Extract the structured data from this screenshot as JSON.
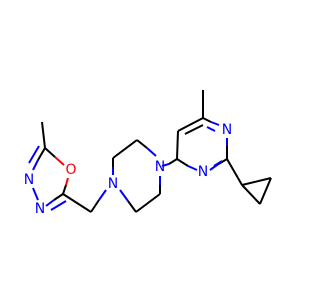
{
  "molecule": {
    "atoms": [
      {
        "id": "n_pyr1",
        "symbol": "N",
        "color": "#0000ff"
      },
      {
        "id": "n_pyr3",
        "symbol": "N",
        "color": "#0000ff"
      },
      {
        "id": "n_pip1",
        "symbol": "N",
        "color": "#0000ff"
      },
      {
        "id": "n_pip4",
        "symbol": "N",
        "color": "#0000ff"
      },
      {
        "id": "n_oxd3",
        "symbol": "N",
        "color": "#0000ff"
      },
      {
        "id": "n_oxd4",
        "symbol": "N",
        "color": "#0000ff"
      },
      {
        "id": "o_oxd1",
        "symbol": "O",
        "color": "#ff0000"
      }
    ]
  }
}
